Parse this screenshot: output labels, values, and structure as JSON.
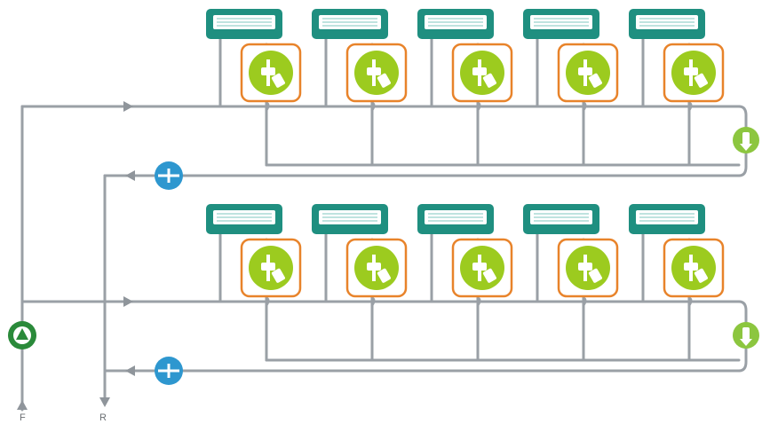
{
  "labels": {
    "flow": "F",
    "return": "R"
  },
  "layout": {
    "rows": 2,
    "units_per_row": 5
  },
  "colors": {
    "pipe": "#9aa0a6",
    "unit": "#1f8f80",
    "valve_border": "#e8832a",
    "valve": "#9ccb1f",
    "balancing_valve": "#2e97cf",
    "bypass_valve": "#8cc63f",
    "pump": "#2a8a3a"
  },
  "icons": {
    "unit": "fan-coil-unit-icon",
    "valve": "control-valve-icon",
    "balancer": "balancing-valve-icon",
    "bypass": "bypass-valve-icon",
    "pump": "pump-icon"
  }
}
